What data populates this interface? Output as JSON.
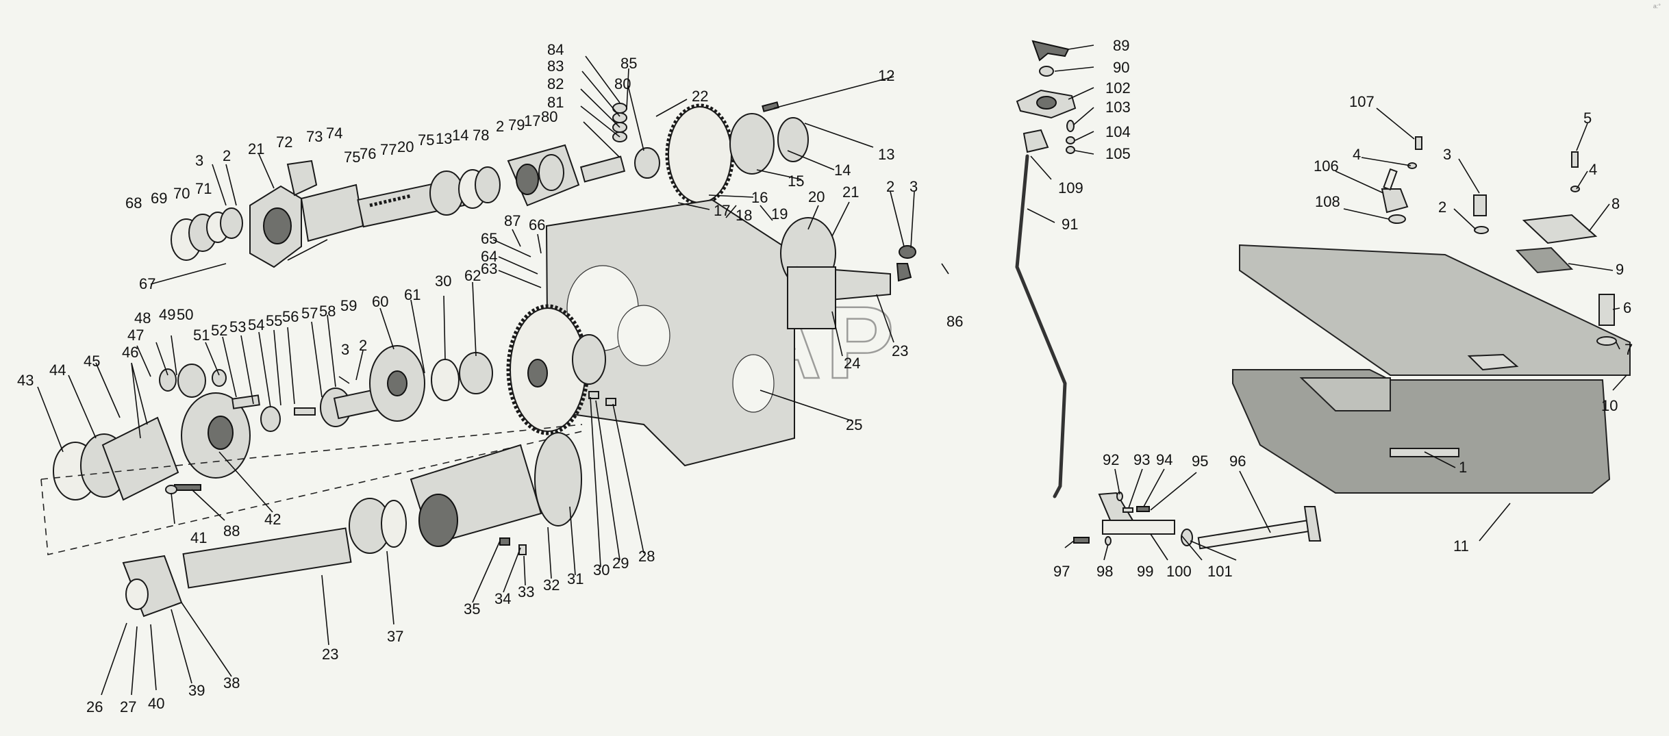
{
  "watermark": "ELZAP",
  "corner_mark": "a:°",
  "callouts": [
    {
      "id": "c1",
      "text": "84"
    },
    {
      "id": "c2",
      "text": "83"
    },
    {
      "id": "c3",
      "text": "82"
    },
    {
      "id": "c4",
      "text": "81"
    },
    {
      "id": "c5",
      "text": "80"
    },
    {
      "id": "c6",
      "text": "85"
    },
    {
      "id": "c7",
      "text": "80"
    },
    {
      "id": "c8",
      "text": "22"
    },
    {
      "id": "c9",
      "text": "12"
    },
    {
      "id": "c10",
      "text": "13"
    },
    {
      "id": "c11",
      "text": "14"
    },
    {
      "id": "c12",
      "text": "15"
    },
    {
      "id": "c13",
      "text": "16"
    },
    {
      "id": "c14",
      "text": "17"
    },
    {
      "id": "c15",
      "text": "2"
    },
    {
      "id": "c16",
      "text": "79"
    },
    {
      "id": "c17",
      "text": "17"
    },
    {
      "id": "c18",
      "text": "78"
    },
    {
      "id": "c19",
      "text": "14"
    },
    {
      "id": "c20",
      "text": "13"
    },
    {
      "id": "c21",
      "text": "75"
    },
    {
      "id": "c22",
      "text": "20"
    },
    {
      "id": "c23",
      "text": "77"
    },
    {
      "id": "c24",
      "text": "76"
    },
    {
      "id": "c25",
      "text": "75"
    },
    {
      "id": "c26",
      "text": "74"
    },
    {
      "id": "c27",
      "text": "73"
    },
    {
      "id": "c28",
      "text": "72"
    },
    {
      "id": "c29",
      "text": "21"
    },
    {
      "id": "c30",
      "text": "2"
    },
    {
      "id": "c31",
      "text": "3"
    },
    {
      "id": "c32",
      "text": "71"
    },
    {
      "id": "c33",
      "text": "70"
    },
    {
      "id": "c34",
      "text": "69"
    },
    {
      "id": "c35",
      "text": "68"
    },
    {
      "id": "c36",
      "text": "67"
    },
    {
      "id": "c37",
      "text": "87"
    },
    {
      "id": "c38",
      "text": "66"
    },
    {
      "id": "c39",
      "text": "65"
    },
    {
      "id": "c40",
      "text": "64"
    },
    {
      "id": "c41",
      "text": "63"
    },
    {
      "id": "c42",
      "text": "18"
    },
    {
      "id": "c43",
      "text": "19"
    },
    {
      "id": "c44",
      "text": "20"
    },
    {
      "id": "c45",
      "text": "21"
    },
    {
      "id": "c46",
      "text": "2"
    },
    {
      "id": "c47",
      "text": "3"
    },
    {
      "id": "c48",
      "text": "86"
    },
    {
      "id": "c49",
      "text": "23"
    },
    {
      "id": "c50",
      "text": "24"
    },
    {
      "id": "c51",
      "text": "25"
    },
    {
      "id": "c52",
      "text": "48"
    },
    {
      "id": "c53",
      "text": "49"
    },
    {
      "id": "c54",
      "text": "50"
    },
    {
      "id": "c55",
      "text": "47"
    },
    {
      "id": "c56",
      "text": "46"
    },
    {
      "id": "c57",
      "text": "45"
    },
    {
      "id": "c58",
      "text": "44"
    },
    {
      "id": "c59",
      "text": "43"
    },
    {
      "id": "c60",
      "text": "52"
    },
    {
      "id": "c61",
      "text": "53"
    },
    {
      "id": "c62",
      "text": "51"
    },
    {
      "id": "c63",
      "text": "54"
    },
    {
      "id": "c64",
      "text": "55"
    },
    {
      "id": "c65",
      "text": "56"
    },
    {
      "id": "c66",
      "text": "57"
    },
    {
      "id": "c67",
      "text": "58"
    },
    {
      "id": "c68",
      "text": "59"
    },
    {
      "id": "c69",
      "text": "3"
    },
    {
      "id": "c70",
      "text": "2"
    },
    {
      "id": "c71",
      "text": "60"
    },
    {
      "id": "c72",
      "text": "61"
    },
    {
      "id": "c73",
      "text": "30"
    },
    {
      "id": "c74",
      "text": "62"
    },
    {
      "id": "c75",
      "text": "42"
    },
    {
      "id": "c76",
      "text": "41"
    },
    {
      "id": "c77",
      "text": "88"
    },
    {
      "id": "c78",
      "text": "26"
    },
    {
      "id": "c79",
      "text": "27"
    },
    {
      "id": "c80",
      "text": "40"
    },
    {
      "id": "c81",
      "text": "39"
    },
    {
      "id": "c82",
      "text": "38"
    },
    {
      "id": "c83",
      "text": "23"
    },
    {
      "id": "c84",
      "text": "37"
    },
    {
      "id": "c85",
      "text": "35"
    },
    {
      "id": "c86",
      "text": "34"
    },
    {
      "id": "c87",
      "text": "33"
    },
    {
      "id": "c88",
      "text": "32"
    },
    {
      "id": "c89",
      "text": "31"
    },
    {
      "id": "c90",
      "text": "30"
    },
    {
      "id": "c91",
      "text": "29"
    },
    {
      "id": "c92",
      "text": "28"
    },
    {
      "id": "c93",
      "text": "89"
    },
    {
      "id": "c94",
      "text": "90"
    },
    {
      "id": "c95",
      "text": "102"
    },
    {
      "id": "c96",
      "text": "103"
    },
    {
      "id": "c97",
      "text": "104"
    },
    {
      "id": "c98",
      "text": "105"
    },
    {
      "id": "c99",
      "text": "109"
    },
    {
      "id": "c100",
      "text": "91"
    },
    {
      "id": "c101",
      "text": "92"
    },
    {
      "id": "c102",
      "text": "93"
    },
    {
      "id": "c103",
      "text": "94"
    },
    {
      "id": "c104",
      "text": "95"
    },
    {
      "id": "c105",
      "text": "96"
    },
    {
      "id": "c106",
      "text": "97"
    },
    {
      "id": "c107",
      "text": "98"
    },
    {
      "id": "c108",
      "text": "99"
    },
    {
      "id": "c109",
      "text": "100"
    },
    {
      "id": "c110",
      "text": "101"
    },
    {
      "id": "c111",
      "text": "107"
    },
    {
      "id": "c112",
      "text": "4"
    },
    {
      "id": "c113",
      "text": "106"
    },
    {
      "id": "c114",
      "text": "108"
    },
    {
      "id": "c115",
      "text": "3"
    },
    {
      "id": "c116",
      "text": "2"
    },
    {
      "id": "c117",
      "text": "5"
    },
    {
      "id": "c118",
      "text": "4"
    },
    {
      "id": "c119",
      "text": "8"
    },
    {
      "id": "c120",
      "text": "9"
    },
    {
      "id": "c121",
      "text": "6"
    },
    {
      "id": "c122",
      "text": "7"
    },
    {
      "id": "c123",
      "text": "10"
    },
    {
      "id": "c124",
      "text": "1"
    },
    {
      "id": "c125",
      "text": "11"
    }
  ]
}
